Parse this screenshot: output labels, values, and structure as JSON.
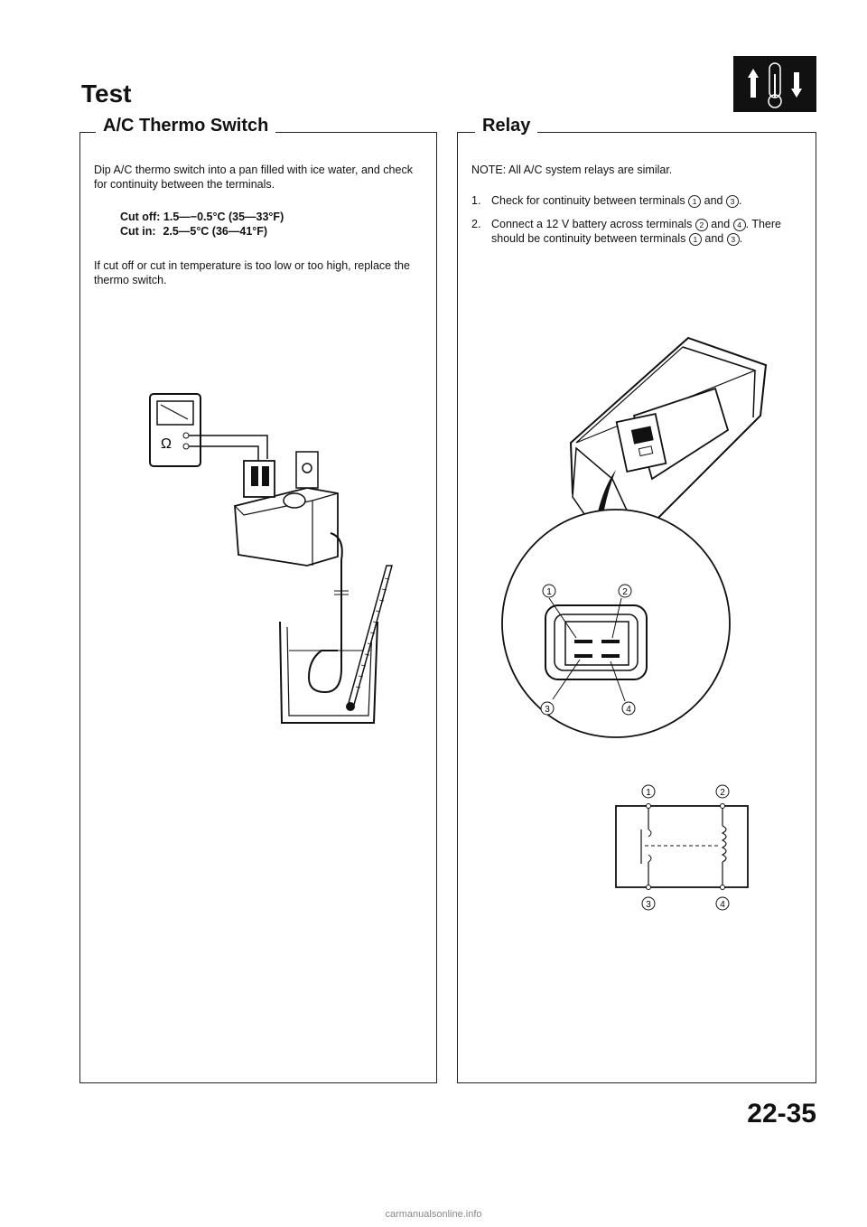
{
  "page": {
    "title": "Test",
    "page_number": "22-35",
    "footer": "carmanualsonline.info"
  },
  "thermo_switch": {
    "heading": "A/C Thermo Switch",
    "intro": "Dip A/C thermo switch into a pan filled with ice water, and check for continuity between the terminals.",
    "cut_off_label": "Cut off:",
    "cut_off_value": "1.5—−0.5°C (35—33°F)",
    "cut_in_label": "Cut in:",
    "cut_in_value": "2.5—5°C (36—41°F)",
    "note": "If cut off or cut in temperature is too low or too high, replace the thermo switch.",
    "meter_symbol": "Ω"
  },
  "relay": {
    "heading": "Relay",
    "note": "NOTE: All A/C system relays are similar.",
    "steps": [
      {
        "num": "1.",
        "text_a": "Check for continuity between terminals ",
        "t1": "1",
        "text_b": " and ",
        "t2": "3",
        "text_c": "."
      },
      {
        "num": "2.",
        "text_a": "Connect a 12 V battery across terminals ",
        "t1": "2",
        "text_b": " and ",
        "t2": "4",
        "text_c": ". There should be continuity between terminals ",
        "t3": "1",
        "text_d": " and ",
        "t4": "3",
        "text_e": "."
      }
    ],
    "terminal_labels": [
      "1",
      "2",
      "3",
      "4"
    ]
  },
  "icon": {
    "name": "thermometer-icon"
  }
}
